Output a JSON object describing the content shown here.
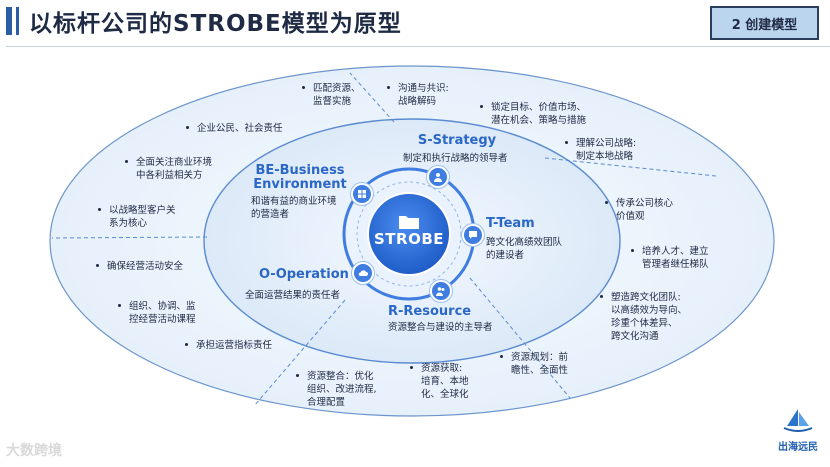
{
  "header": {
    "title": "以标杆公司的STROBE模型为原型",
    "tag": "2 创建模型"
  },
  "center": {
    "label": "STROBE"
  },
  "dimensions": {
    "strategy": {
      "title": "S-Strategy",
      "desc": "制定和执行战略的领导者"
    },
    "team": {
      "title": "T-Team",
      "desc": "跨文化高绩效团队\n的建设者"
    },
    "resource": {
      "title": "R-Resource",
      "desc": "资源整合与建设的主导者"
    },
    "operation": {
      "title": "O-Operation",
      "desc": "全面运营结果的责任者"
    },
    "business": {
      "title": "BE-Business\nEnvironment",
      "desc": "和谐有益的商业环境\n的营造者"
    }
  },
  "outer_items": {
    "s1": "匹配资源、\n监督实施",
    "s2": "沟通与共识:\n战略解码",
    "s3": "锁定目标、价值市场、\n潜在机会、策略与措施",
    "s4": "理解公司战略:\n制定本地战略",
    "t1": "传承公司核心\n价值观",
    "t2": "培养人才、建立\n管理者继任梯队",
    "t3": "塑造跨文化团队:\n以高绩效为导向、\n珍重个体差异、\n跨文化沟通",
    "r1": "资源规划：前\n瞻性、全面性",
    "r2": "资源获取:\n培育、本地\n化、全球化",
    "r3": "资源整合：优化\n组织、改进流程,\n合理配置",
    "o1": "确保经营活动安全",
    "o2": "组织、协调、监\n控经营活动课程",
    "o3": "承担运营指标责任",
    "b1": "企业公民、社会责任",
    "b2": "全面关注商业环境\n中各利益相关方",
    "b3": "以战略型客户关\n系为核心"
  },
  "footer": {
    "watermark": "大数跨境",
    "logo_text": "出海远民"
  },
  "colors": {
    "accent": "#2a67c7",
    "outer_fill": "#eef5fc",
    "inner_fill": "#e3eefa",
    "center": "#2f6fd6",
    "tag_bg": "#bcd5ee"
  }
}
